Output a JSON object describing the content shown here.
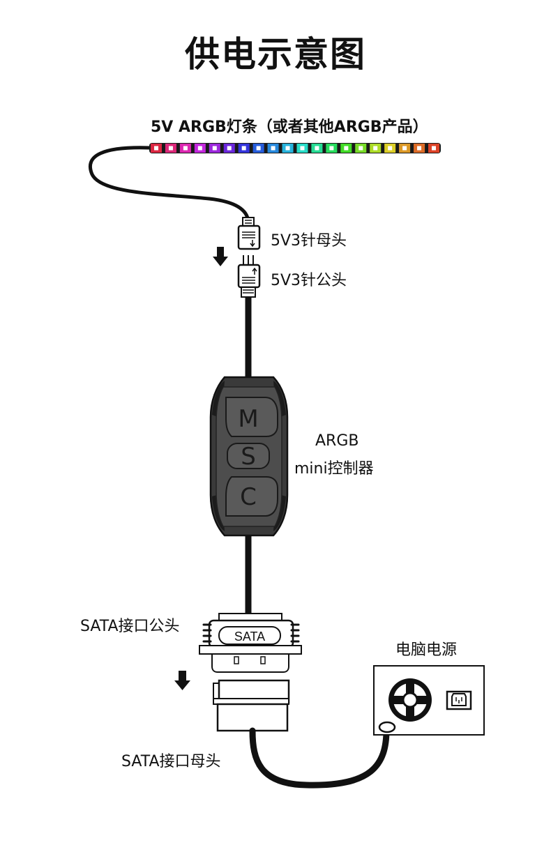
{
  "title": "供电示意图",
  "strip": {
    "label": "5V ARGB灯条（或者其他ARGB产品）",
    "led_colors": [
      "#ff2a4a",
      "#ff2a8a",
      "#ff2acc",
      "#e22aff",
      "#b42aff",
      "#7a2aff",
      "#3a3aff",
      "#2a6aff",
      "#2a9cff",
      "#2acfff",
      "#2affe6",
      "#2affaa",
      "#2aff6a",
      "#4aff2a",
      "#8aff2a",
      "#c8ff2a",
      "#ffee2a",
      "#ffb02a",
      "#ff7a2a",
      "#ff4a2a"
    ],
    "body_color": "#1a1a1a"
  },
  "connectors": {
    "female_3pin_label": "5V3针母头",
    "male_3pin_label": "5V3针公头"
  },
  "controller": {
    "label_line1": "ARGB",
    "label_line2": "mini控制器",
    "buttons": [
      "M",
      "S",
      "C"
    ]
  },
  "sata": {
    "male_label": "SATA接口公头",
    "female_label": "SATA接口母头",
    "plug_text": "SATA"
  },
  "psu": {
    "label": "电脑电源"
  }
}
